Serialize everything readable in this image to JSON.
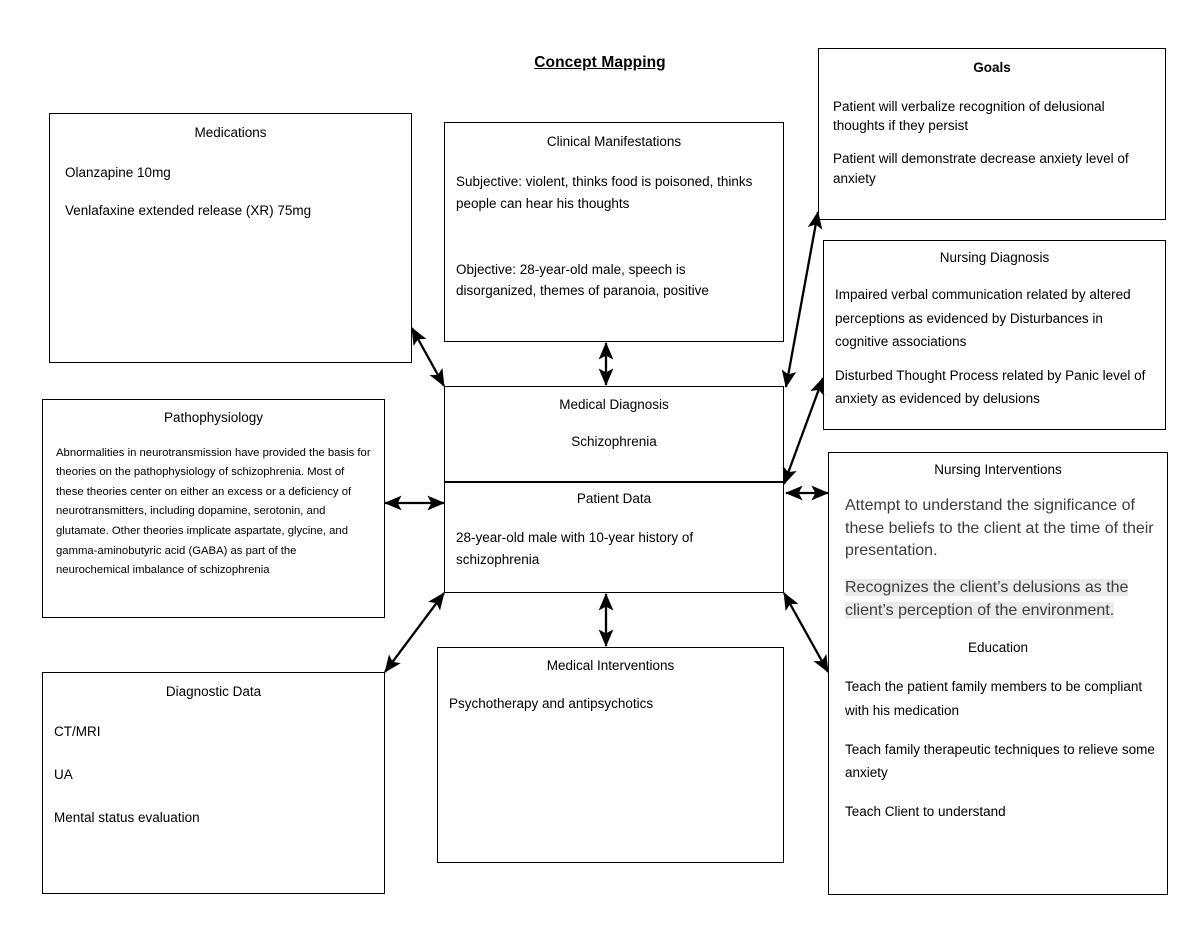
{
  "title": "Concept Mapping",
  "nodes": {
    "medications": {
      "title": "Medications",
      "lines": [
        "Olanzapine 10mg",
        "Venlafaxine extended release (XR) 75mg"
      ]
    },
    "clinical_manifestations": {
      "title": "Clinical Manifestations",
      "subjective": "Subjective: violent, thinks food is poisoned, thinks people can hear his thoughts",
      "objective": "Objective: 28-year-old male, speech is disorganized, themes of paranoia, positive"
    },
    "goals": {
      "title": "Goals",
      "lines": [
        "Patient will verbalize recognition of delusional thoughts if they persist",
        "Patient will demonstrate decrease anxiety level of anxiety"
      ]
    },
    "nursing_diagnosis": {
      "title": "Nursing Diagnosis",
      "lines": [
        "Impaired verbal communication related by altered perceptions as evidenced by Disturbances in cognitive associations",
        "Disturbed Thought Process related by Panic level of anxiety as evidenced by delusions"
      ]
    },
    "nursing_interventions": {
      "title": "Nursing Interventions",
      "lines": [
        "Attempt to understand the significance of these beliefs to the client at the time of their presentation.",
        "Recognizes the client’s delusions as the client’s perception of the environment."
      ],
      "education": {
        "title": "Education",
        "lines": [
          "Teach the patient family members to be compliant with his medication",
          "Teach family therapeutic techniques to relieve some anxiety",
          "Teach Client to understand"
        ]
      }
    },
    "pathophysiology": {
      "title": "Pathophysiology",
      "text": "Abnormalities in neurotransmission have provided the basis for theories on the pathophysiology of schizophrenia. Most of these theories center on either an excess or a deficiency of neurotransmitters, including dopamine, serotonin, and glutamate. Other theories implicate aspartate, glycine, and gamma-aminobutyric acid (GABA) as part of the neurochemical imbalance of schizophrenia"
    },
    "diagnostic_data": {
      "title": "Diagnostic Data",
      "lines": [
        "CT/MRI",
        "UA",
        "Mental status evaluation"
      ]
    },
    "medical_diagnosis": {
      "title": "Medical Diagnosis",
      "value": "Schizophrenia"
    },
    "patient_data": {
      "title": "Patient Data",
      "text": "28-year-old male with 10-year history of schizophrenia"
    },
    "medical_interventions": {
      "title": "Medical Interventions",
      "text": "Psychotherapy and antipsychotics"
    }
  },
  "connectors": [
    {
      "name": "medications-to-medical-diagnosis",
      "style": "double-headed-diagonal"
    },
    {
      "name": "clinical-manifestations-to-medical-diagnosis",
      "style": "double-headed-vertical"
    },
    {
      "name": "medical-diagnosis-to-goals",
      "style": "double-headed-diagonal"
    },
    {
      "name": "medical-diagnosis-to-nursing-diagnosis",
      "style": "double-headed-diagonal"
    },
    {
      "name": "patient-data-to-nursing-interventions",
      "style": "double-headed-horizontal"
    },
    {
      "name": "pathophysiology-to-patient-data",
      "style": "double-headed-horizontal"
    },
    {
      "name": "diagnostic-data-to-patient-data",
      "style": "double-headed-diagonal"
    },
    {
      "name": "patient-data-to-medical-interventions",
      "style": "double-headed-vertical"
    },
    {
      "name": "patient-data-to-nursing-interventions-lower",
      "style": "double-headed-diagonal"
    }
  ],
  "colors": {
    "background": "#ffffff",
    "stroke": "#000000",
    "highlight": "#ebebeb",
    "muted_text": "#3c3c3c"
  }
}
